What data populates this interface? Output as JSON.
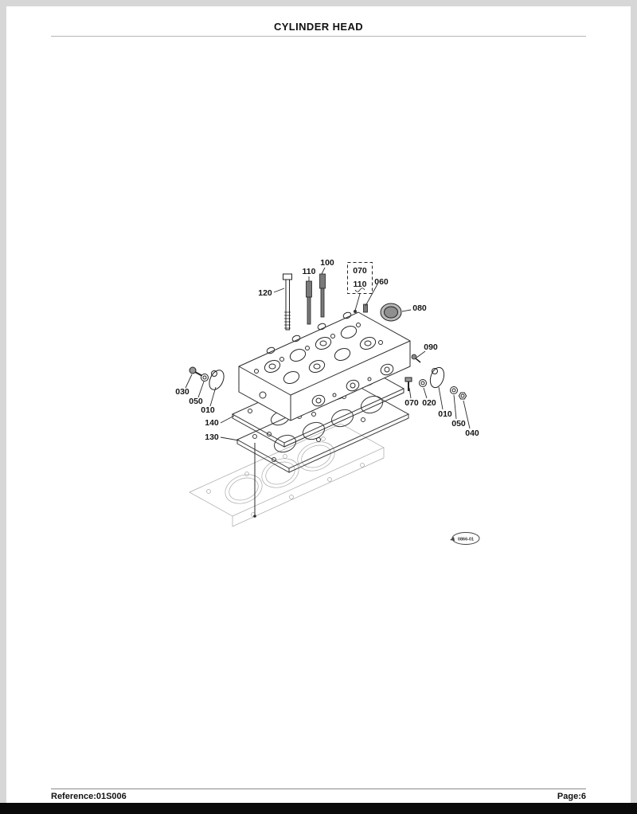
{
  "header": {
    "title": "CYLINDER HEAD"
  },
  "footer": {
    "reference": "Reference:01S006",
    "page": "Page:6"
  },
  "diagram": {
    "stamp": "0866-01",
    "labels": [
      {
        "text": "120"
      },
      {
        "text": "110"
      },
      {
        "text": "100"
      },
      {
        "text": "070"
      },
      {
        "text": "110"
      },
      {
        "text": "060"
      },
      {
        "text": "080"
      },
      {
        "text": "090"
      },
      {
        "text": "030"
      },
      {
        "text": "050"
      },
      {
        "text": "010"
      },
      {
        "text": "070"
      },
      {
        "text": "020"
      },
      {
        "text": "010"
      },
      {
        "text": "050"
      },
      {
        "text": "040"
      },
      {
        "text": "140"
      },
      {
        "text": "130"
      }
    ]
  },
  "colors": {
    "paper": "#ffffff",
    "frame": "#d7d7d7",
    "ink": "#1f1f1f",
    "faint_line": "#a8a8a8",
    "bottom_bar": "#0a0a0a"
  }
}
